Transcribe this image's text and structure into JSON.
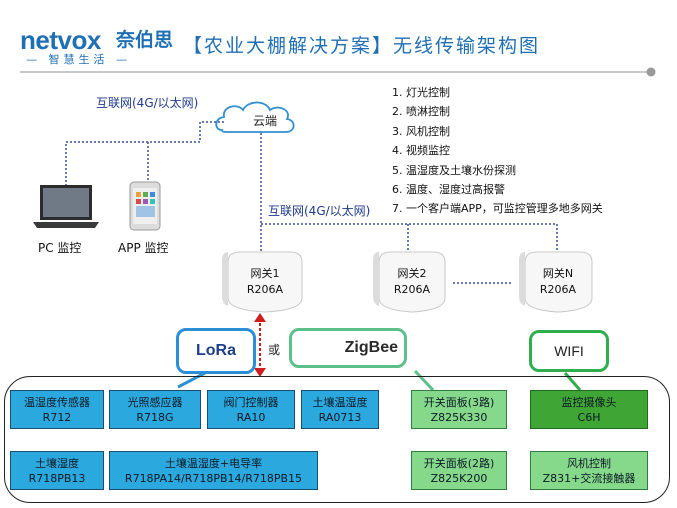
{
  "header": {
    "brand": "netvox",
    "brand_cn": "奈伯思",
    "tagline": "— 智慧生活 —",
    "title": "【农业大棚解决方案】无线传输架构图"
  },
  "network": {
    "internet_top": "互联网(4G/以太网)",
    "internet_mid": "互联网(4G/以太网)",
    "cloud": "云端"
  },
  "clients": [
    {
      "label": "PC 监控"
    },
    {
      "label": "APP 监控"
    }
  ],
  "features": [
    "1. 灯光控制",
    "2. 喷淋控制",
    "3. 风机控制",
    "4. 视频监控",
    "5. 温湿度及土壤水份探测",
    "6. 温度、湿度过高报警",
    "7. 一个客户端APP，可监控管理多地多网关"
  ],
  "gateways": [
    {
      "name": "网关1",
      "model": "R206A"
    },
    {
      "name": "网关2",
      "model": "R206A"
    },
    {
      "name": "网关N",
      "model": "R206A"
    }
  ],
  "protocols": {
    "lora": "LoRa",
    "or": "或",
    "zigbee": "ZigBee",
    "wifi": "WIFI"
  },
  "lora_devices": [
    {
      "name": "温湿度传感器",
      "model": "R712"
    },
    {
      "name": "光照感应器",
      "model": "R718G"
    },
    {
      "name": "阀门控制器",
      "model": "RA10"
    },
    {
      "name": "土壤温湿度",
      "model": "RA0713"
    },
    {
      "name": "土壤湿度",
      "model": "R718PB13"
    },
    {
      "name": "土壤温湿度+电导率",
      "model": "R718PA14/R718PB14/R718PB15"
    }
  ],
  "zigbee_devices": [
    {
      "name": "开关面板(3路)",
      "model": "Z825K330"
    },
    {
      "name": "开关面板(2路)",
      "model": "Z825K200"
    }
  ],
  "wifi_devices": [
    {
      "name": "监控摄像头",
      "model": "C6H"
    },
    {
      "name": "风机控制",
      "model": "Z831+交流接触器"
    }
  ],
  "colors": {
    "brand": "#1f6fb5",
    "lora_box": "#2ba8de",
    "zigbee_box": "#86d98a",
    "wifi_box": "#3fa535",
    "lora_border": "#2a8fd6",
    "zigbee_border": "#5cc08a",
    "wifi_border": "#2fae4e"
  }
}
